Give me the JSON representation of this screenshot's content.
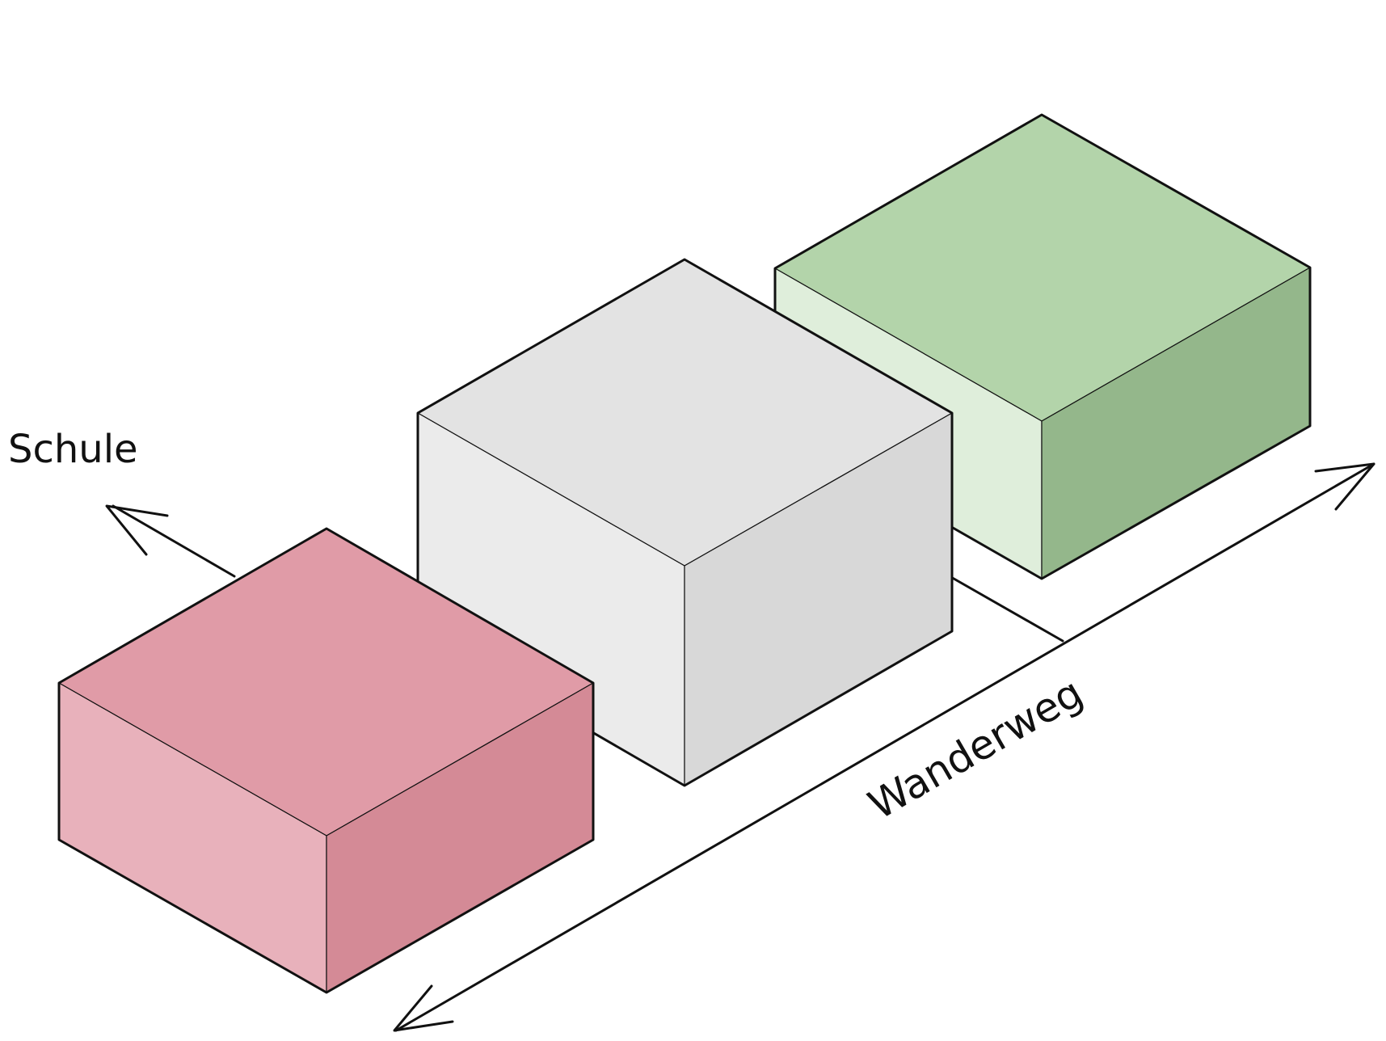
{
  "labels": {
    "school": "Schule",
    "hiking_trail": "Wanderweg"
  },
  "blocks": [
    {
      "name": "pink-block",
      "colors": {
        "top": "#e09ba7",
        "left": "#e8b1bb",
        "right": "#d48a96"
      }
    },
    {
      "name": "grey-block",
      "colors": {
        "top": "#e3e3e3",
        "left": "#ebebeb",
        "right": "#d8d8d8"
      }
    },
    {
      "name": "green-block",
      "colors": {
        "top": "#b3d4aa",
        "left": "#dfeedb",
        "right": "#94b78b"
      }
    }
  ]
}
